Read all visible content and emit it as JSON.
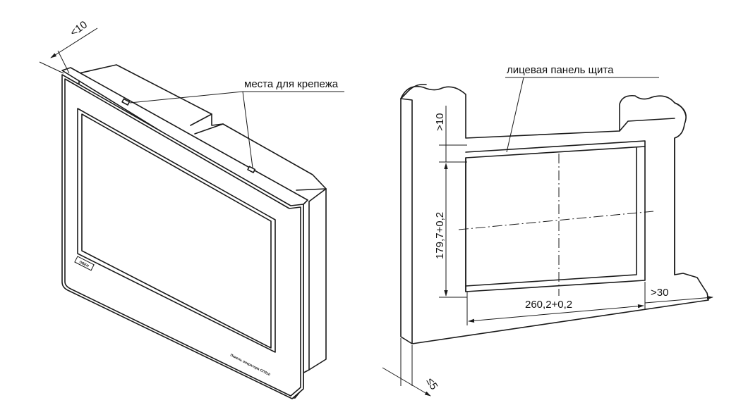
{
  "left_view": {
    "dim_gap": "<10",
    "mount_label": "места для крепежа",
    "logo_text": "ОВЕН",
    "model_text": "Панель оператора  СП310"
  },
  "right_view": {
    "panel_label": "лицевая панель щита",
    "dim_top_margin": ">10",
    "dim_height": "179,7+0,2",
    "dim_width": "260,2+0,2",
    "dim_side_margin": ">30",
    "dim_thickness": "≤5"
  }
}
